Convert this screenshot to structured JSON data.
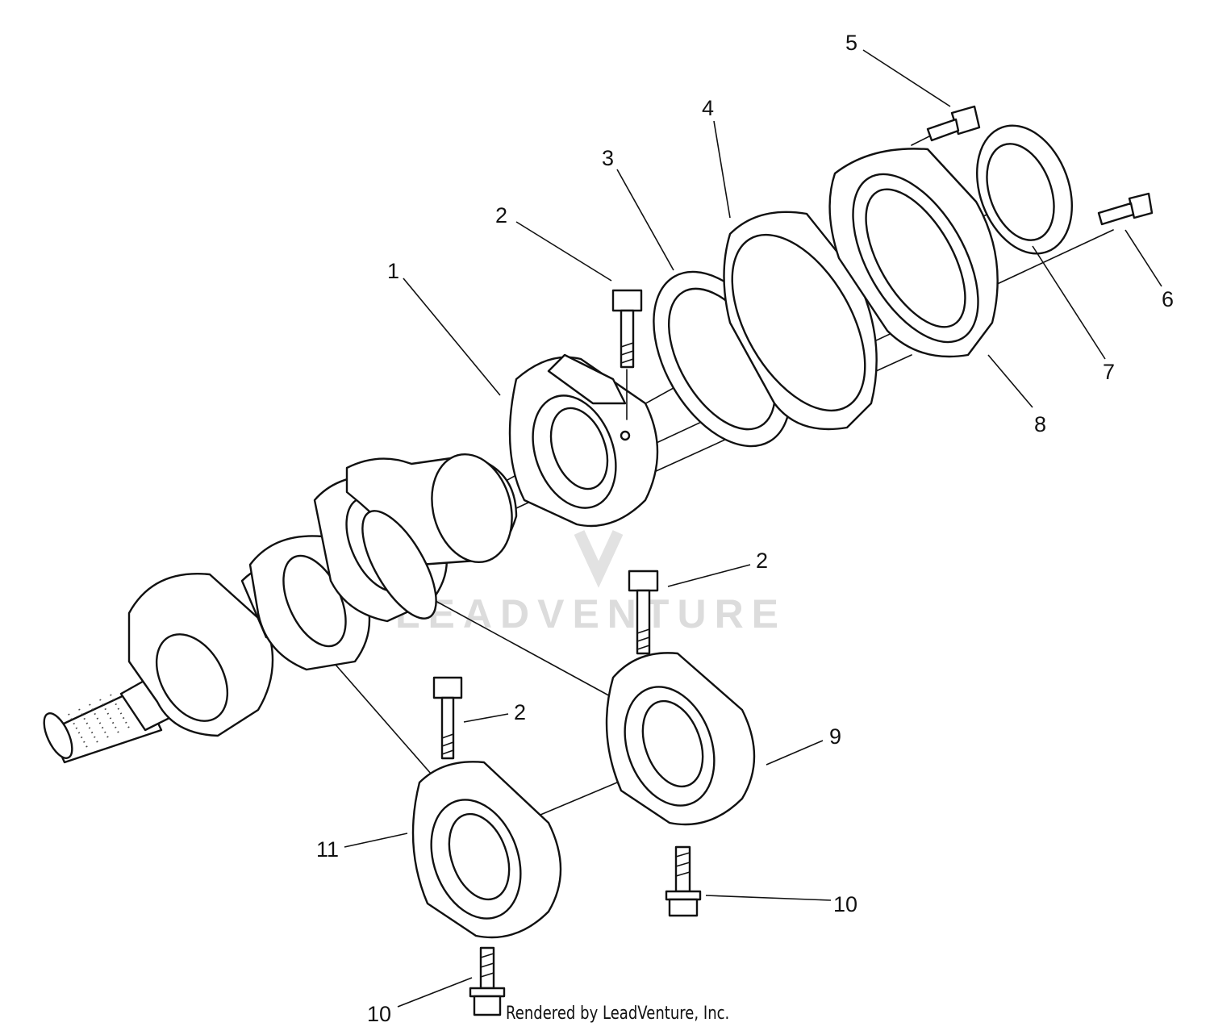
{
  "callouts": [
    {
      "id": "1",
      "label": "1"
    },
    {
      "id": "2a",
      "label": "2"
    },
    {
      "id": "2b",
      "label": "2"
    },
    {
      "id": "2c",
      "label": "2"
    },
    {
      "id": "3",
      "label": "3"
    },
    {
      "id": "4",
      "label": "4"
    },
    {
      "id": "5",
      "label": "5"
    },
    {
      "id": "6",
      "label": "6"
    },
    {
      "id": "7",
      "label": "7"
    },
    {
      "id": "8",
      "label": "8"
    },
    {
      "id": "9",
      "label": "9"
    },
    {
      "id": "10a",
      "label": "10"
    },
    {
      "id": "10b",
      "label": "10"
    },
    {
      "id": "11",
      "label": "11"
    }
  ],
  "watermark": "LEADVENTURE",
  "credit": "Rendered by LeadVenture, Inc."
}
